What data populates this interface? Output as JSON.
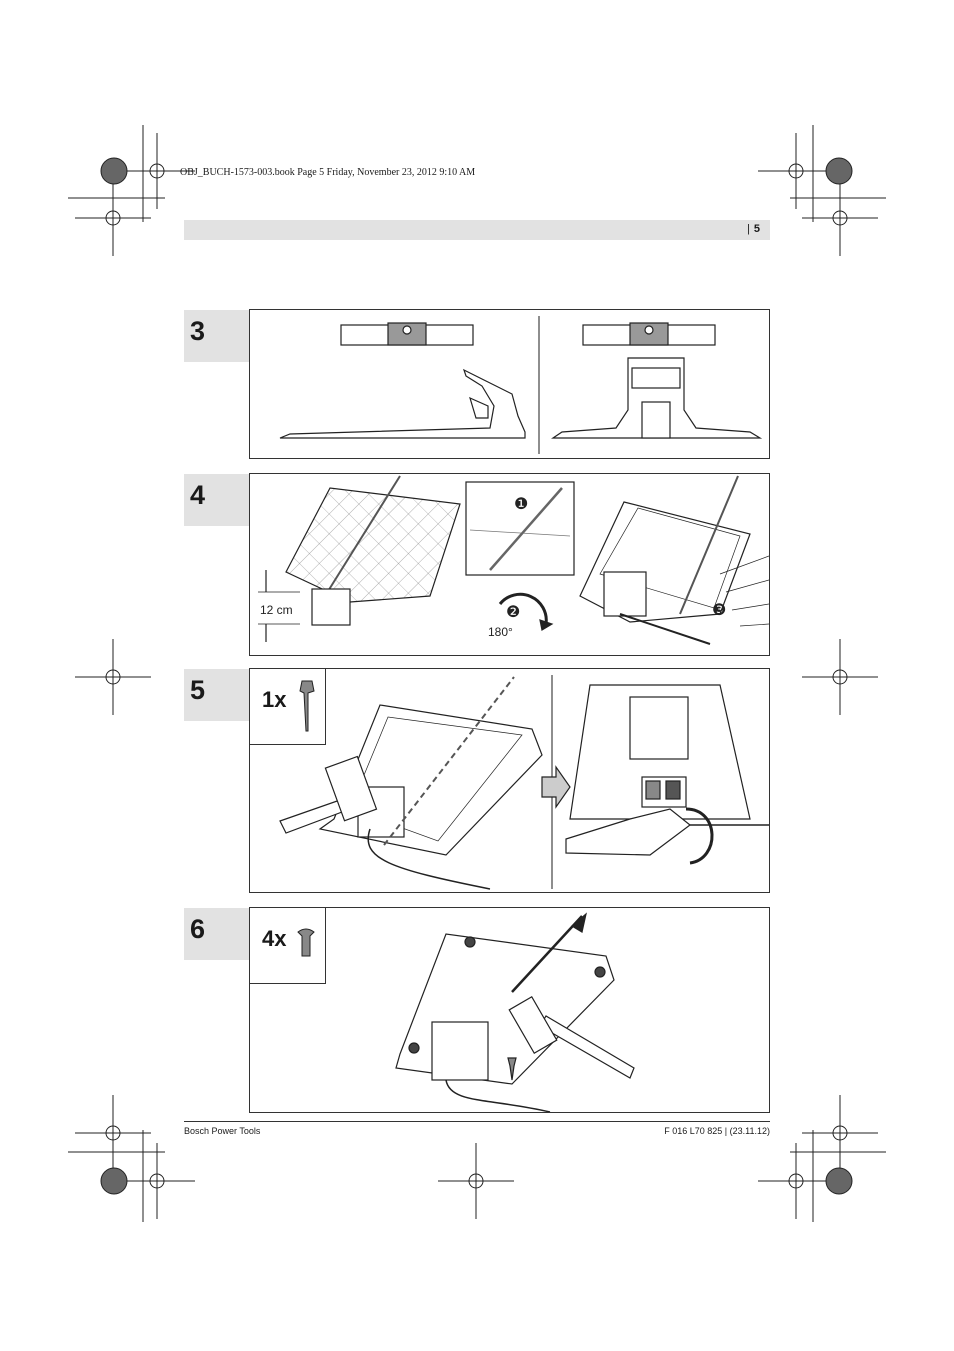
{
  "print_info": "OBJ_BUCH-1573-003.book  Page 5  Friday, November 23, 2012  9:10 AM",
  "page_number": "5",
  "steps": [
    {
      "number": "3"
    },
    {
      "number": "4",
      "labels": {
        "height": "12 cm",
        "rotation": "180°",
        "callouts": [
          "❶",
          "❷",
          "❸"
        ]
      }
    },
    {
      "number": "5",
      "quantity": "1x"
    },
    {
      "number": "6",
      "quantity": "4x"
    }
  ],
  "footer": {
    "left": "Bosch Power Tools",
    "right": "F 016 L70 825 | (23.11.12)"
  }
}
